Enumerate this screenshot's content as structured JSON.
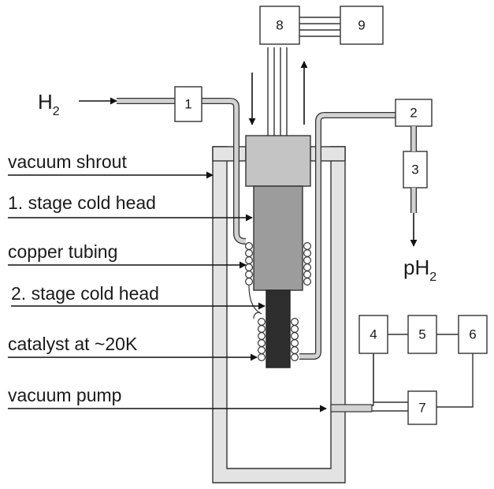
{
  "inlet_gas": {
    "symbol": "H",
    "subscript": "2"
  },
  "outlet_gas": {
    "prefix": "p",
    "symbol": "H",
    "subscript": "2"
  },
  "labels": {
    "vacuum_shroud": "vacuum shrout",
    "stage1_cold_head": "1. stage cold head",
    "copper_tubing": "copper tubing",
    "stage2_cold_head": "2. stage cold head",
    "catalyst": "catalyst at ~20K",
    "vacuum_pump": "vacuum pump"
  },
  "components": {
    "c1": "1",
    "c2": "2",
    "c3": "3",
    "c4": "4",
    "c5": "5",
    "c6": "6",
    "c7": "7",
    "c8": "8",
    "c9": "9"
  },
  "colors": {
    "shroud_fill": "#e3e3e3",
    "tube_fill": "#d2d2d2",
    "top_block": "#c4c4c4",
    "stage1": "#9c9c9c",
    "stage2": "#2e2e2e",
    "outline": "#333333"
  }
}
